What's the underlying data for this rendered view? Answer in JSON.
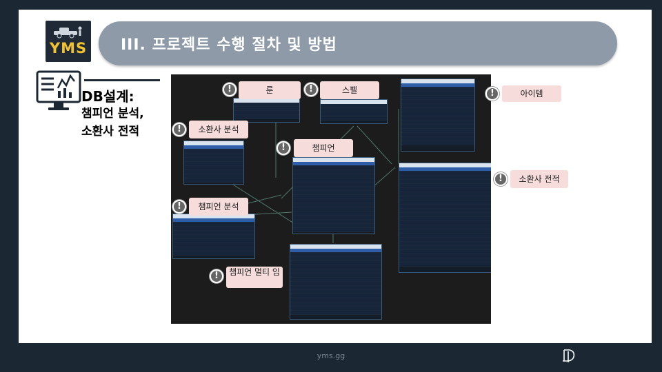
{
  "header": {
    "title": "III. 프로젝트 수행 절차 및 방법"
  },
  "logo": {
    "text": "YMS"
  },
  "side": {
    "line1": "DB설계:",
    "line2": "챔피언 분석,",
    "line3": "소환사 전적"
  },
  "callouts": {
    "rune": "룬",
    "spell": "스펠",
    "item": "아이템",
    "summoner_analysis": "소환사 분석",
    "champion": "챔피언",
    "match_history": "소환사 전적",
    "champion_analysis": "챔피언 분석",
    "champion_multi": "챔피언 멀티 임"
  },
  "footer": {
    "site": "yms.gg"
  },
  "colors": {
    "title_bar": "#8e9aa8",
    "callout_bg": "#f7dcdc",
    "frame": "#1b2733",
    "diagram_bg": "#1c1c1c",
    "logo_text": "#f2c12e"
  }
}
